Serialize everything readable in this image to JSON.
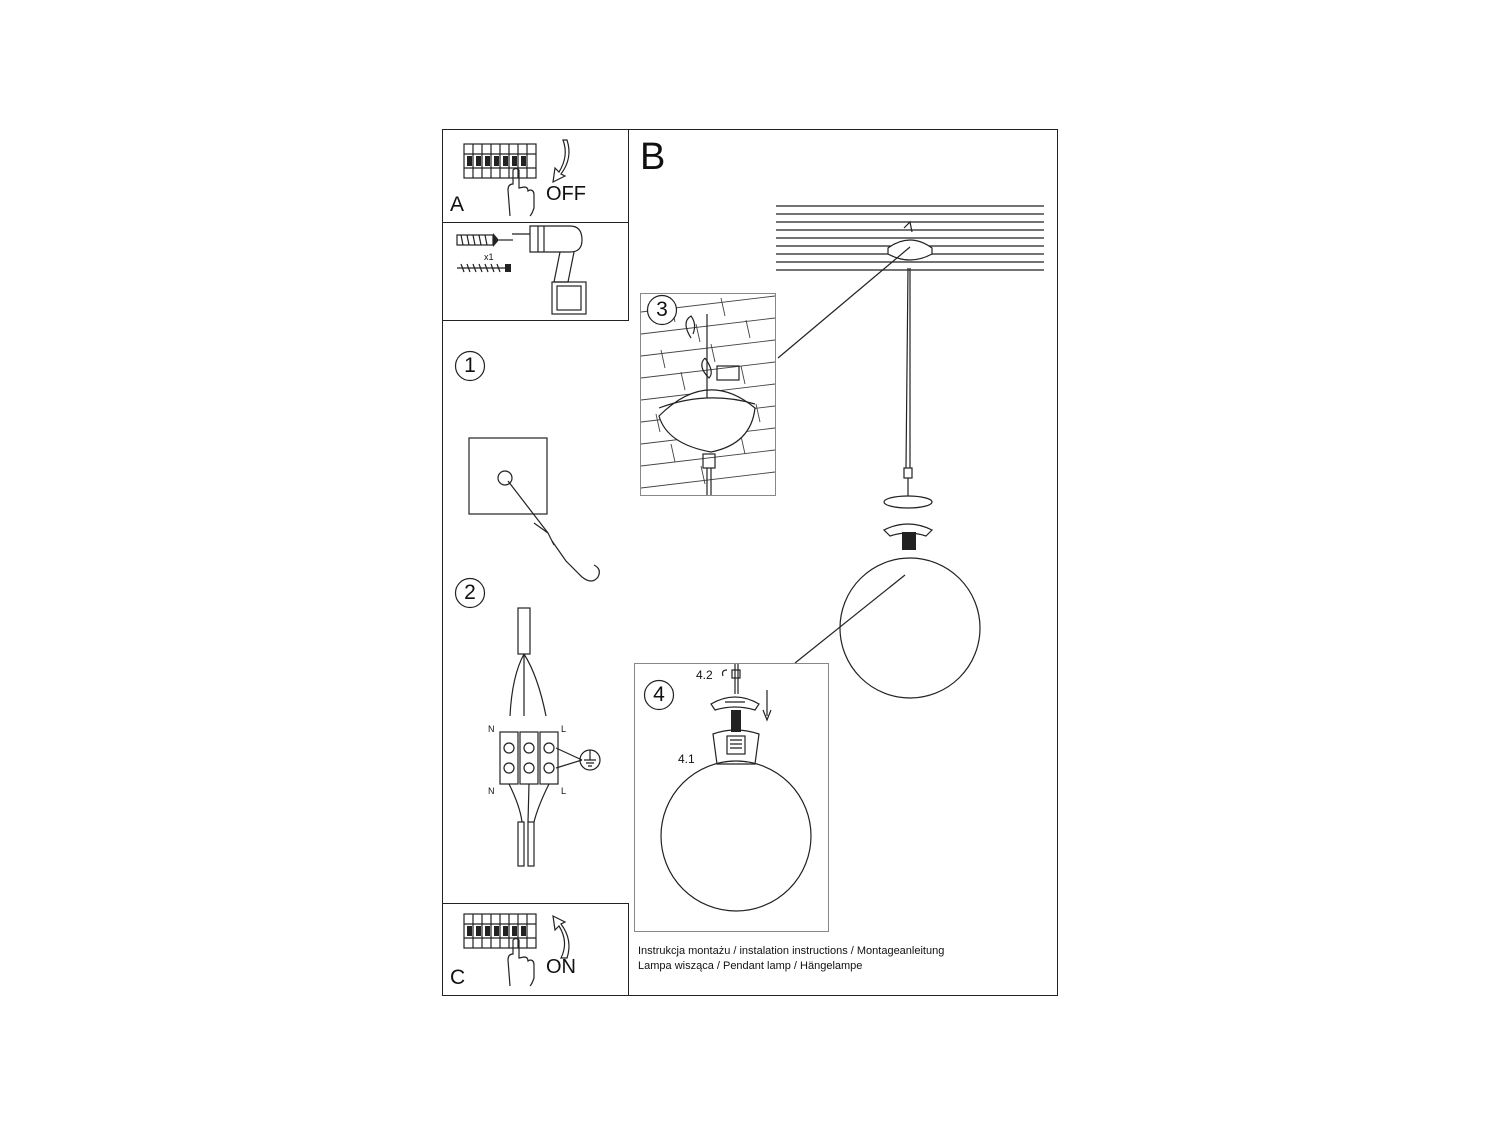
{
  "panels": {
    "a": {
      "letter": "A",
      "switch_label": "OFF"
    },
    "c": {
      "letter": "C",
      "switch_label": "ON"
    },
    "b": {
      "letter": "B"
    },
    "tools": {
      "quantity": "x1"
    }
  },
  "steps": {
    "s1": "1",
    "s2": "2",
    "s3": "3",
    "s4": "4"
  },
  "step4": {
    "sub_top": "4.2",
    "sub_bottom": "4.1"
  },
  "wiring": {
    "n_top": "N",
    "l_top": "L",
    "n_bottom": "N",
    "l_bottom": "L"
  },
  "footer": {
    "line1": "Instrukcja montażu / instalation instructions / Montageanleitung",
    "line2": "Lampa wisząca / Pendant lamp / Hängelampe"
  }
}
